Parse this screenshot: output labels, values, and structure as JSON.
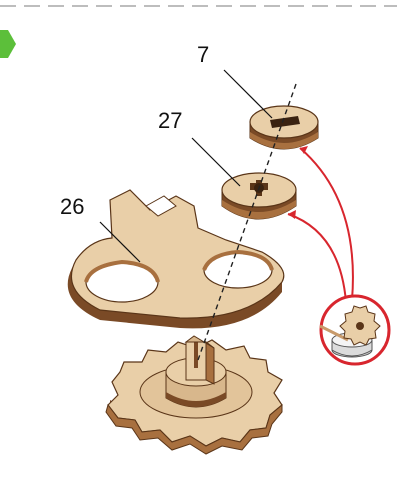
{
  "labels": {
    "part_7": "7",
    "part_27": "27",
    "part_26": "26"
  },
  "colors": {
    "wood": "#e9cfa8",
    "wood_shade": "#d8b78c",
    "edge_dark": "#7a4a26",
    "edge_mid": "#a8703f",
    "outline": "#5a3518",
    "arrow": "#d8262e",
    "step_badge": "#5cbf3a",
    "dashes": "#bdbdbd",
    "glue_bowl": "#dcdcdc"
  },
  "icons": {
    "step": "step-badge-icon",
    "glue": "glue-bowl-icon",
    "axis": "assembly-axis-dashed-line"
  }
}
